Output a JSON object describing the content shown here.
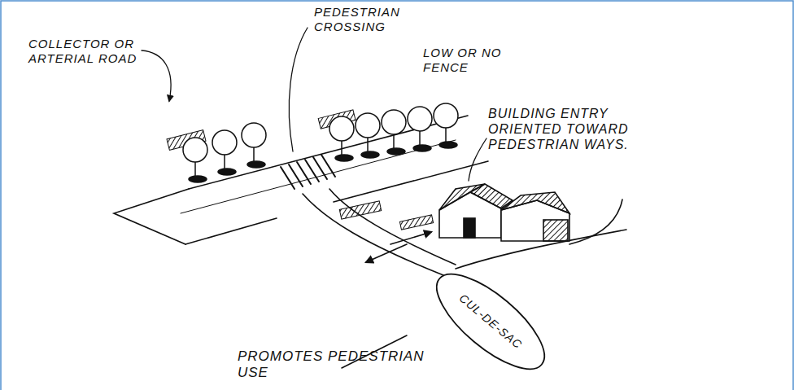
{
  "diagram": {
    "caption": "PROMOTES PEDESTRIAN USE",
    "labels": [
      "COLLECTOR OR ARTERIAL ROAD",
      "PEDESTRIAN CROSSING",
      "LOW OR NO FENCE",
      "BUILDING ENTRY ORIENTED TOWARD PEDESTRIAN WAYS.",
      "CUL-DE-SAC"
    ]
  }
}
